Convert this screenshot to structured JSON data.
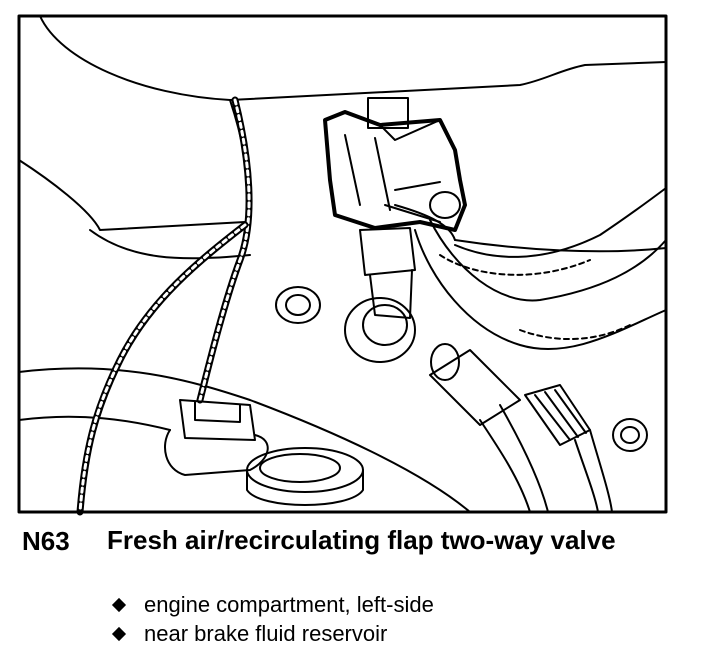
{
  "caption": {
    "code": "N63",
    "title": "Fresh air/recirculating flap two-way valve",
    "bullets": [
      "engine compartment, left-side",
      "near brake fluid reservoir"
    ]
  },
  "illustration": {
    "description_icon": "engine-compartment-line-drawing"
  }
}
